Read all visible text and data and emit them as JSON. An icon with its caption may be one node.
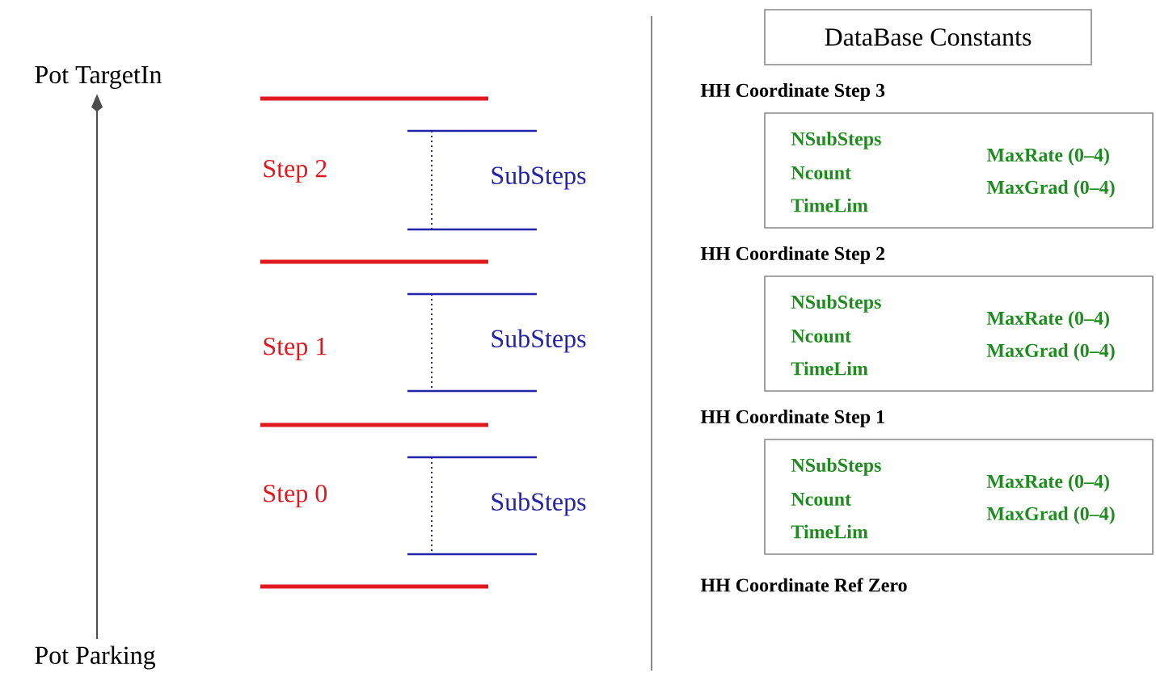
{
  "diagram": {
    "nodes": [
      {
        "text": [
          "Pot Parking"
        ]
      },
      {
        "text": [
          "Pot TargetIn"
        ]
      },
      {
        "text": [
          "DataBase Constants"
        ]
      },
      {
        "text": [
          "HH Coordinate Step 3",
          "NSubSteps",
          "Ncount",
          "TimeLim",
          "MaxRate (0–4)",
          "MaxGrad (0–4)"
        ]
      },
      {
        "text": [
          "HH Coordinate Step 2",
          "NSubSteps",
          "Ncount",
          "TimeLim",
          "MaxRate (0–4)",
          "MaxGrad (0–4)"
        ]
      },
      {
        "text": [
          "HH Coordinate Step 1",
          "NSubSteps",
          "Ncount",
          "TimeLim",
          "MaxRate (0–4)",
          "MaxGrad (0–4)"
        ]
      }
    ],
    "edges": [
      {
        "from": 0,
        "to": 1,
        "arrow": "to"
      }
    ],
    "labels": [
      "Step 2",
      "SubSteps",
      "Step 1",
      "SubSteps",
      "Step 0",
      "SubSteps",
      "HH Coordinate Ref Zero"
    ]
  }
}
